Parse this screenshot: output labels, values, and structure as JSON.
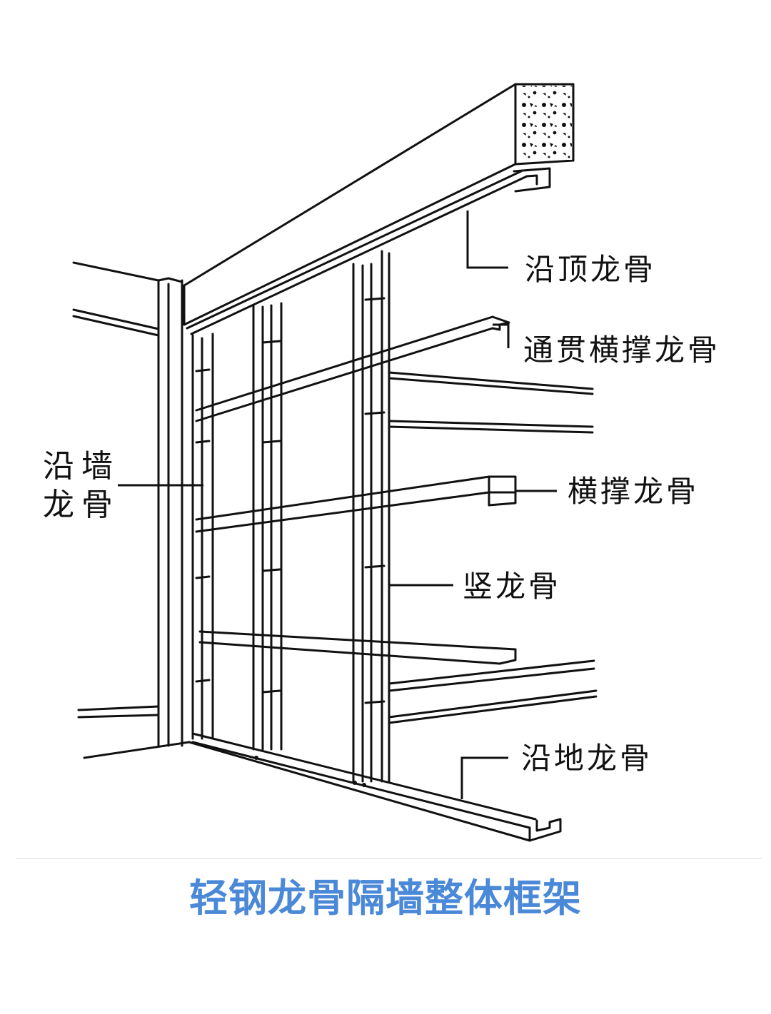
{
  "labels": {
    "top_track": "沿顶龙骨",
    "through_channel": "通贯横撑龙骨",
    "wall_track_line1": "沿墙",
    "wall_track_line2": "龙骨",
    "cross_brace": "横撑龙骨",
    "vertical_stud": "竖龙骨",
    "floor_track": "沿地龙骨"
  },
  "caption": "轻钢龙骨隔墙整体框架",
  "colors": {
    "line": "#111111",
    "caption": "#4a88d8",
    "divider": "#d8dde4",
    "background": "#ffffff"
  }
}
